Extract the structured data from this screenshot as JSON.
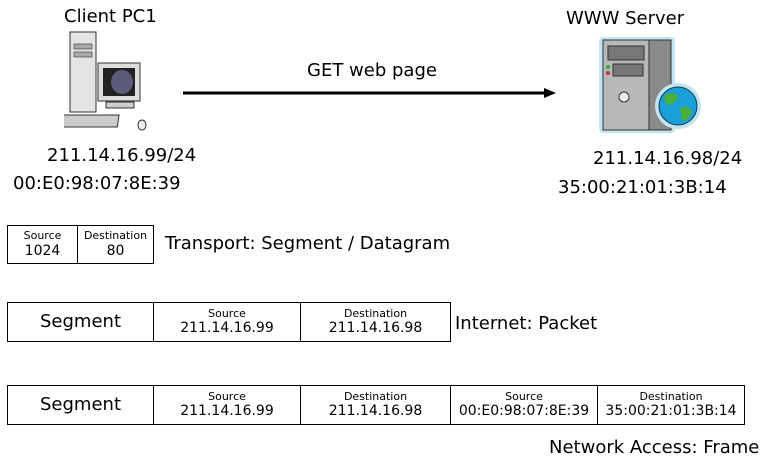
{
  "client": {
    "name": "Client PC1",
    "ip": "211.14.16.99/24",
    "mac": "00:E0:98:07:8E:39"
  },
  "server": {
    "name": "WWW Server",
    "ip": "211.14.16.98/24",
    "mac": "35:00:21:01:3B:14"
  },
  "request": {
    "label": "GET web page"
  },
  "transport": {
    "label": "Transport: Segment / Datagram",
    "source_label": "Source",
    "source_value": "1024",
    "dest_label": "Destination",
    "dest_value": "80"
  },
  "internet": {
    "label": "Internet: Packet",
    "payload": "Segment",
    "source_label": "Source",
    "source_value": "211.14.16.99",
    "dest_label": "Destination",
    "dest_value": "211.14.16.98"
  },
  "network_access": {
    "label": "Network Access: Frame",
    "payload": "Segment",
    "ip_source_label": "Source",
    "ip_source_value": "211.14.16.99",
    "ip_dest_label": "Destination",
    "ip_dest_value": "211.14.16.98",
    "mac_source_label": "Source",
    "mac_source_value": "00:E0:98:07:8E:39",
    "mac_dest_label": "Destination",
    "mac_dest_value": "35:00:21:01:3B:14"
  }
}
